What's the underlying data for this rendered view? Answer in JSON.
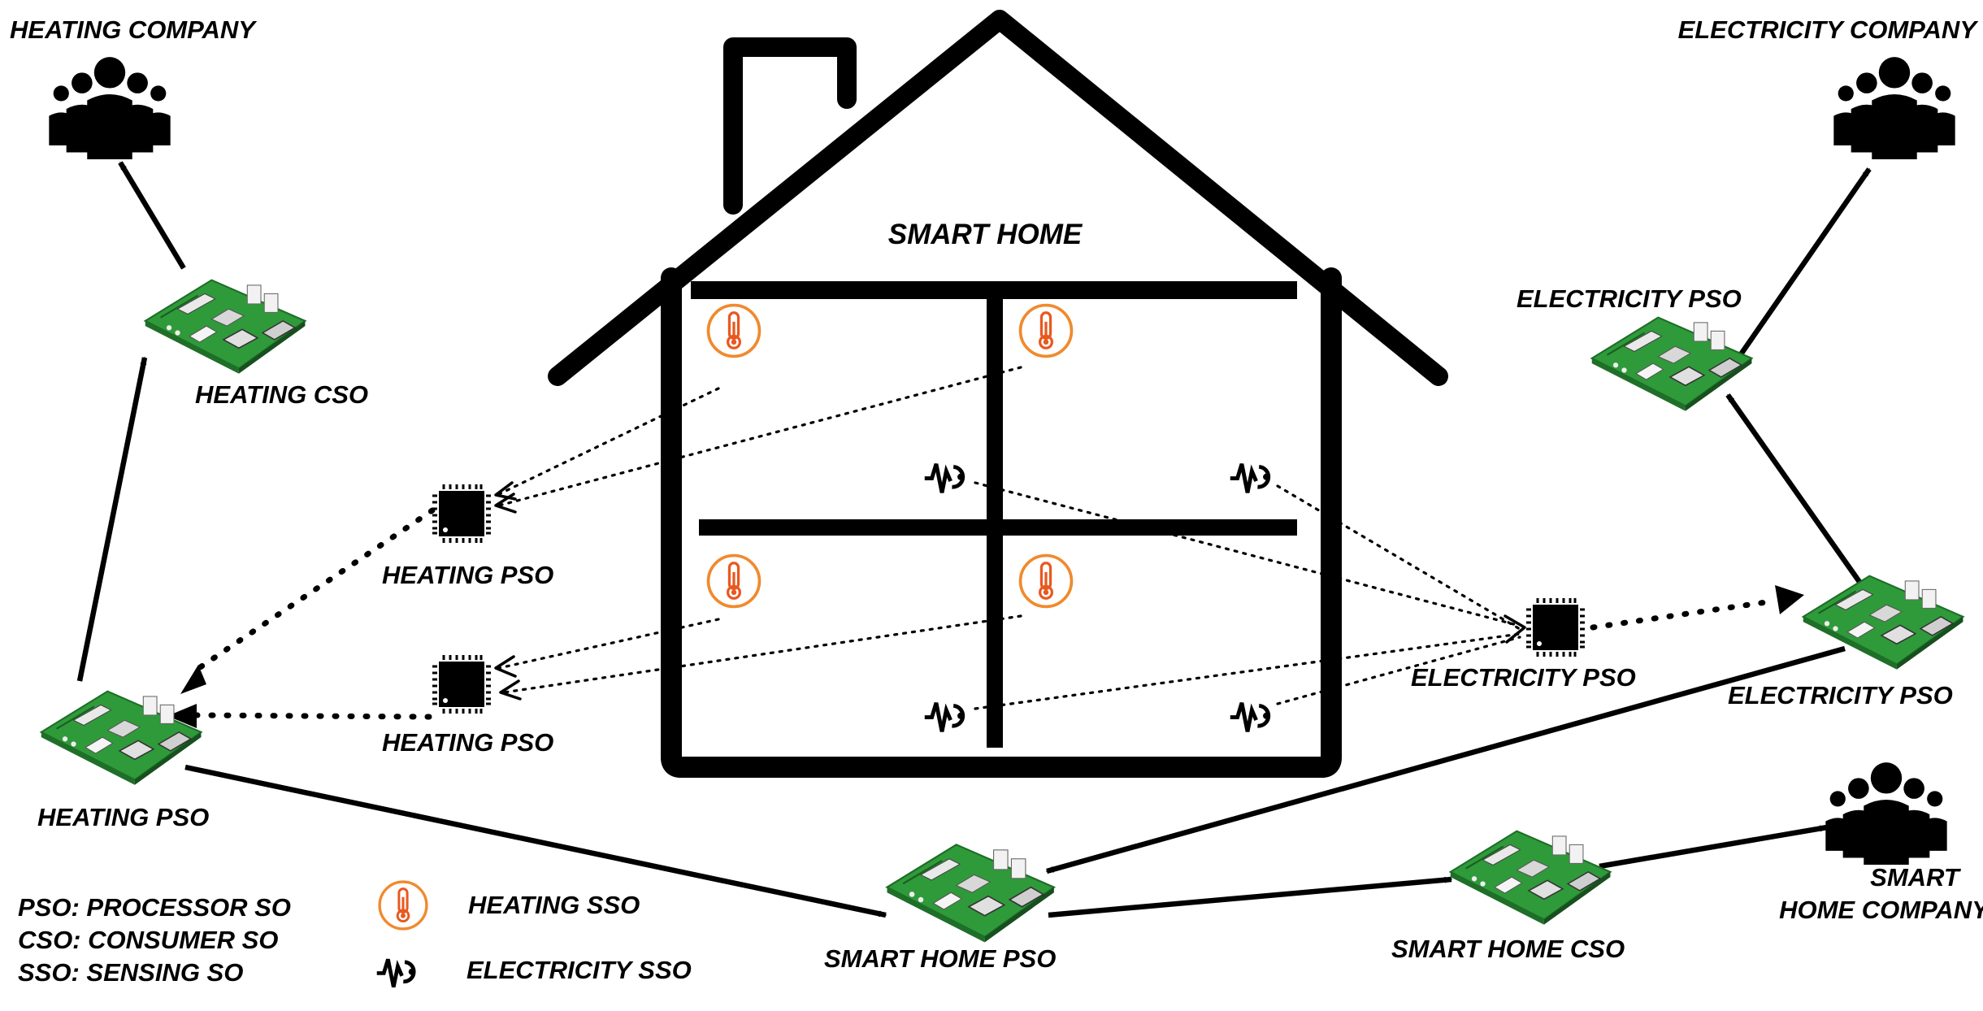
{
  "title": "SMART HOME",
  "companies": {
    "heating": "HEATING COMPANY",
    "electricity": "ELECTRICITY COMPANY",
    "smart_home_line1": "SMART",
    "smart_home_line2": "HOME COMPANY"
  },
  "nodes": {
    "heating_cso": "HEATING CSO",
    "heating_pso": "HEATING PSO",
    "heating_pso_chip_1": "HEATING PSO",
    "heating_pso_chip_2": "HEATING PSO",
    "electricity_pso_chip": "ELECTRICITY PSO",
    "electricity_pso_board": "ELECTRICITY PSO",
    "electricity_pso_top": "ELECTRICITY PSO",
    "smart_home_pso": "SMART HOME PSO",
    "smart_home_cso": "SMART HOME CSO"
  },
  "legend": {
    "pso": "PSO: PROCESSOR SO",
    "cso": "CSO: CONSUMER SO",
    "sso": "SSO: SENSING SO",
    "heating_sso": "HEATING SSO",
    "electricity_sso": "ELECTRICITY SSO"
  },
  "icons": {
    "group": "people-group-icon",
    "board": "circuit-board-icon",
    "chip": "microchip-icon",
    "thermometer": "thermometer-icon",
    "electricity": "electricity-meter-icon"
  },
  "colors": {
    "board_green": "#2f9a3a",
    "thermometer_orange": "#f08a2e",
    "ink": "#000000"
  }
}
